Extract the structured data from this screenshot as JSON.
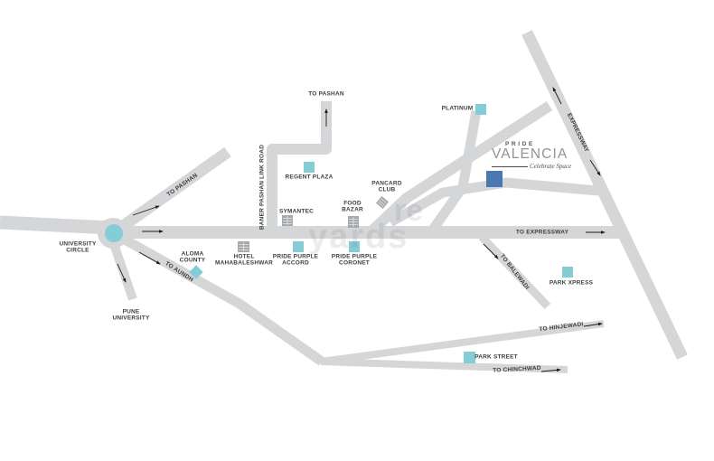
{
  "project": {
    "brand_small": "PRIDE",
    "name": "VALENCIA",
    "tagline": "Celebrate Space"
  },
  "watermark": {
    "top": "re",
    "bottom": "yards"
  },
  "places": {
    "university_circle": "UNIVERSITY\nCIRCLE",
    "pune_university": "PUNE\nUNIVERSITY",
    "aloma_county": "ALOMA\nCOUNTY",
    "regent_plaza": "REGENT PLAZA",
    "symantec": "SYMANTEC",
    "food_bazar": "FOOD\nBAZAR",
    "pancard_club": "PANCARD\nCLUB",
    "hotel_mahabaleshwar": "HOTEL\nMAHABALESHWAR",
    "pride_purple_accord": "PRIDE PURPLE\nACCORD",
    "pride_purple_coronet": "PRIDE PURPLE\nCORONET",
    "platinum": "PLATINUM",
    "park_xpress": "PARK XPRESS",
    "park_street": "PARK STREET"
  },
  "roads": {
    "to_pashan_west": "TO PASHAN",
    "to_pashan_north": "TO PASHAN",
    "baner_pashan_link": "BANER PASHAN LINK ROAD",
    "to_aundh": "TO AUNDH",
    "to_expressway": "TO EXPRESSWAY",
    "expressway": "EXPRESSWAY",
    "to_balewadi": "TO BALEWADI",
    "to_hinjewadi": "TO HINJEWADI",
    "to_chinchwad": "TO CHINCHWAD"
  },
  "colors": {
    "road": "#d5d6d8",
    "marker_teal": "#84cdd7",
    "project_blue": "#4a79b2",
    "building_gray": "#a6a9ab",
    "label_text": "#3b3e40",
    "arrow_black": "#1a1a1a"
  }
}
